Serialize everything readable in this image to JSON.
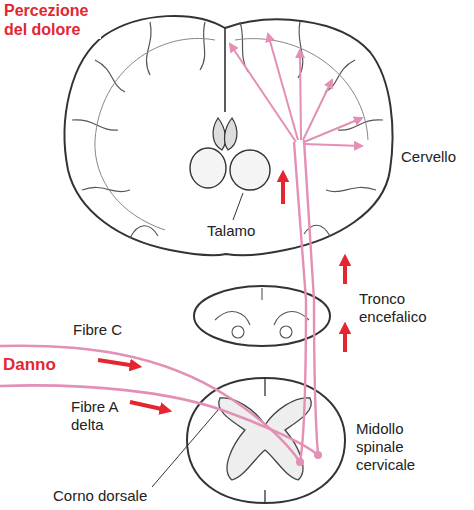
{
  "diagram": {
    "title": "Percezione del dolore",
    "labels": [
      "Talamo",
      "Cervello",
      "Tronco encefalico",
      "Fibre C",
      "Danno",
      "Fibre A delta",
      "Corno dorsale",
      "Midollo spinale cervicale"
    ]
  }
}
